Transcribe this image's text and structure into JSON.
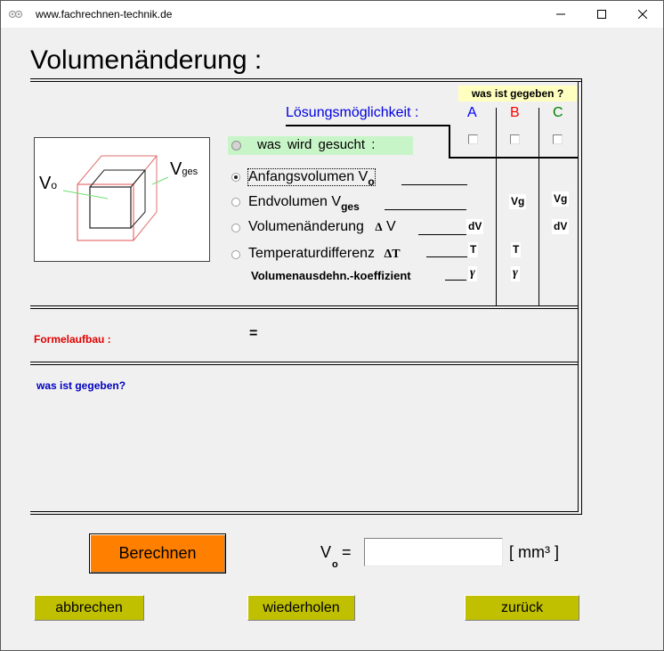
{
  "window": {
    "title": "www.fachrechnen-technik.de",
    "controls": [
      "minimize",
      "maximize",
      "close"
    ]
  },
  "page": {
    "heading": "Volumenänderung :"
  },
  "illustration": {
    "label_initial": "V",
    "label_initial_sub": "o",
    "label_total": "V",
    "label_total_sub": "ges"
  },
  "solution_options": {
    "given_badge": "was ist gegeben ?",
    "label": "Lösungsmöglichkeit :",
    "columns": [
      {
        "id": "A",
        "label": "A",
        "color": "#0000ff",
        "checked": false
      },
      {
        "id": "B",
        "label": "B",
        "color": "#ff0000",
        "checked": false
      },
      {
        "id": "C",
        "label": "C",
        "color": "#008000",
        "checked": false
      }
    ]
  },
  "sought": {
    "label": "was wird gesucht :",
    "options": [
      {
        "label": "Anfangsvolumen  V",
        "sub": "o",
        "selected": true
      },
      {
        "label": "Endvolumen  V",
        "sub": "ges",
        "selected": false
      },
      {
        "label": "Volumenänderung",
        "symbol": "Δ",
        "symbol_after": " V",
        "selected": false
      },
      {
        "label": "Temperaturdifferenz",
        "symbol": "ΔT",
        "selected": false
      }
    ],
    "coefficient_label": "Volumenausdehn.-koeffizient"
  },
  "given_values": {
    "A": {
      "row3": "dV",
      "row4": "T",
      "row5": "γ"
    },
    "B": {
      "row2": "Vg",
      "row4": "T",
      "row5": "γ"
    },
    "C": {
      "row2": "Vg",
      "row3": "dV"
    }
  },
  "formula": {
    "label": "Formelaufbau :",
    "equals": "="
  },
  "given_section": {
    "label": "was ist gegeben?"
  },
  "result": {
    "calc_button": "Berechnen",
    "var": "V",
    "var_sub": "o",
    "equals": "=",
    "value": "",
    "unit": "[ mm³ ]"
  },
  "footer": {
    "cancel": "abbrechen",
    "repeat": "wiederholen",
    "back": "zurück"
  }
}
